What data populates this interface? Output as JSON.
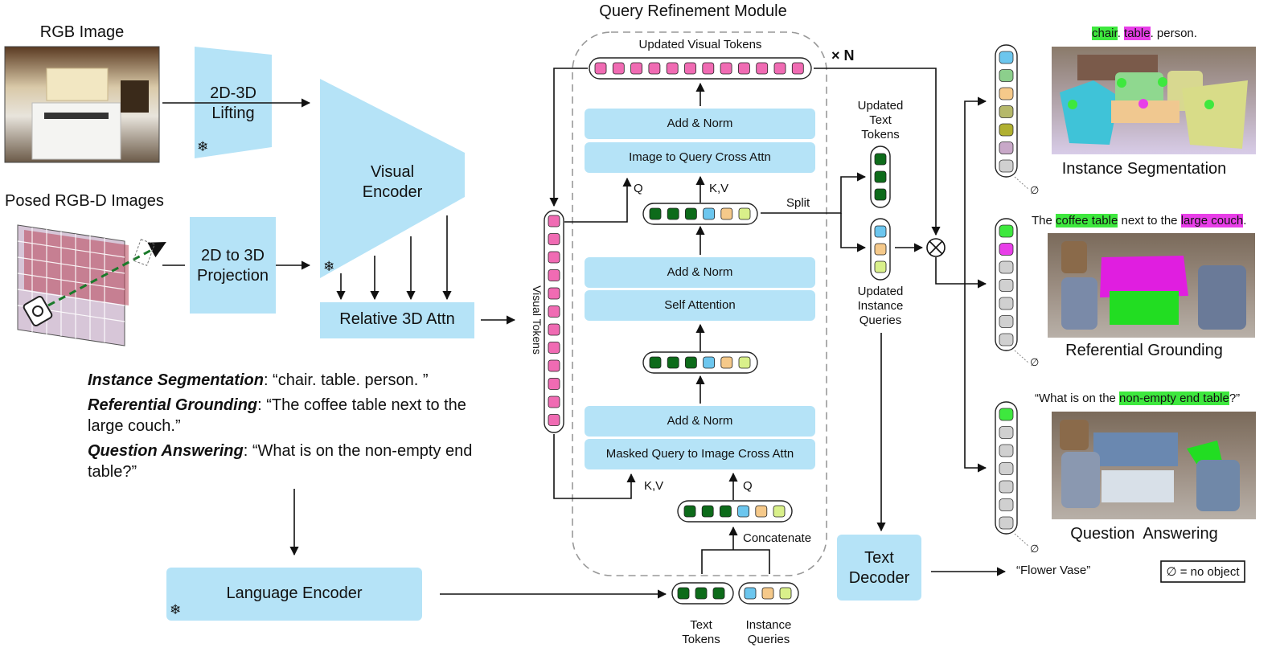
{
  "colors": {
    "block": "#b5e3f7",
    "dark_green": "#0d6b1a",
    "light_blue": "#6cc6ee",
    "orange": "#f5c98a",
    "lime": "#d9f08a",
    "pink": "#f06bb3",
    "highlight_green": "#3ee83e",
    "highlight_magenta": "#e83ee8",
    "outline": "#222222",
    "dashed": "#999999"
  },
  "left": {
    "rgb_title": "RGB Image",
    "posed_title": "Posed RGB-D Images",
    "lifting": "2D-3D\nLifting",
    "projection": "2D to 3D\nProjection",
    "visual_encoder": "Visual\nEncoder",
    "relative_attn": "Relative 3D Attn",
    "language_encoder": "Language Encoder",
    "frozen_icon": "snowflake-icon",
    "frozen_glyph": "❄"
  },
  "prompts": [
    {
      "key": "Instance Segmentation",
      "sep": ":",
      "text": " “chair. table. person. ”"
    },
    {
      "key": "Referential Grounding",
      "sep": ":",
      "text": " “The coffee table next to the",
      "cont": "large couch.”"
    },
    {
      "key": "Question Answering",
      "sep": ":",
      "text": " “What is on the non-empty end",
      "cont": "table?”"
    }
  ],
  "module": {
    "title": "Query Refinement Module",
    "updated_visual_tokens": "Updated Visual Tokens",
    "times_n": "× N",
    "add_norm_1": "Add & Norm",
    "img_query_attn": "Image to Query Cross Attn",
    "add_norm_2": "Add & Norm",
    "self_attn": "Self Attention",
    "add_norm_3": "Add & Norm",
    "masked_attn": "Masked Query to Image Cross Attn",
    "q": "Q",
    "kv": "K,V",
    "split": "Split",
    "concatenate": "Concatenate",
    "visual_tokens": "Visual Tokens",
    "text_tokens": "Text\nTokens",
    "instance_queries": "Instance\nQueries"
  },
  "mid_right": {
    "updated_text_tokens": "Updated\nText\nTokens",
    "updated_instance_queries": "Updated\nInstance\nQueries",
    "otimes": "⊗",
    "text_decoder": "Text\nDecoder",
    "answer": "“Flower Vase”",
    "no_object_legend": "∅ = no object",
    "null_symbol": "∅"
  },
  "outputs": [
    {
      "title": "Instance Segmentation",
      "query_parts": [
        {
          "t": "chair",
          "hl": "g"
        },
        {
          "t": ". ",
          "hl": ""
        },
        {
          "t": "table",
          "hl": "m"
        },
        {
          "t": ". person.",
          "hl": ""
        }
      ],
      "column": [
        "#6cc6ee",
        "#8ccf8c",
        "#f5c98a",
        "#b5b86a",
        "#b0b030",
        "#c8a8c8",
        "#d0d0d0"
      ]
    },
    {
      "title": "Referential Grounding",
      "query_parts": [
        {
          "t": "The ",
          "hl": ""
        },
        {
          "t": "coffee table",
          "hl": "g"
        },
        {
          "t": " next to the ",
          "hl": ""
        },
        {
          "t": "large couch",
          "hl": "m"
        },
        {
          "t": ".",
          "hl": ""
        }
      ],
      "column": [
        "#3ee83e",
        "#e83ee8",
        "#d0d0d0",
        "#d0d0d0",
        "#d0d0d0",
        "#d0d0d0",
        "#d0d0d0"
      ]
    },
    {
      "title": "Question  Answering",
      "query_parts": [
        {
          "t": "“What is on the ",
          "hl": ""
        },
        {
          "t": "non-empty end table",
          "hl": "g"
        },
        {
          "t": "?”",
          "hl": ""
        }
      ],
      "column": [
        "#3ee83e",
        "#d0d0d0",
        "#d0d0d0",
        "#d0d0d0",
        "#d0d0d0",
        "#d0d0d0",
        "#d0d0d0"
      ]
    }
  ]
}
